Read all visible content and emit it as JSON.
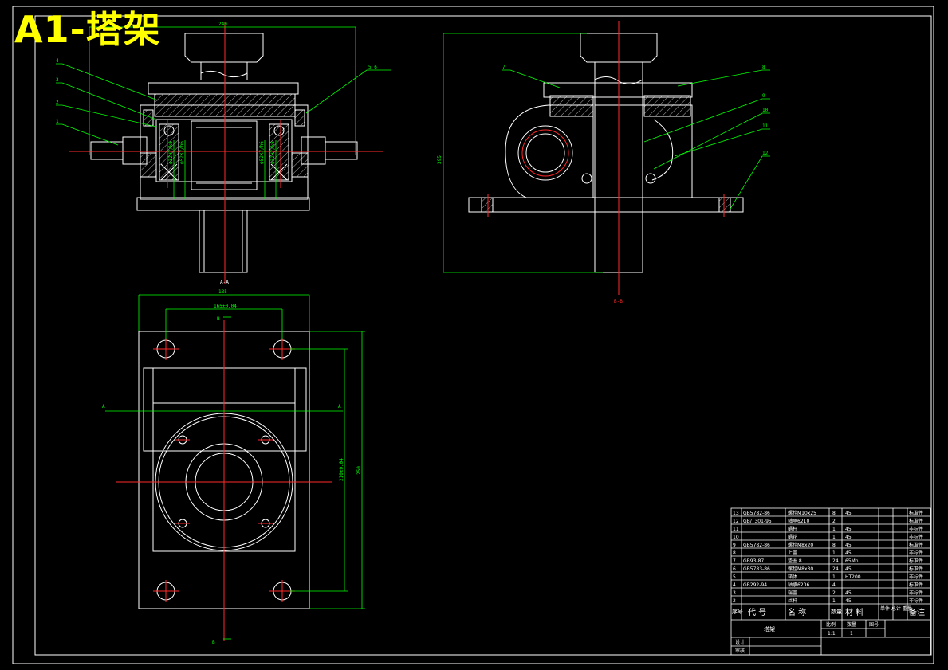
{
  "title": "A1-塔架",
  "views": {
    "front": {
      "top_dim": "240",
      "callouts_left": [
        "4",
        "3",
        "2",
        "1"
      ],
      "callout_right": "5 6",
      "inner_dims": [
        "φ32H7/k6",
        "φ52K7/h6",
        "φ52K7/h6",
        "φ32H7/k6"
      ],
      "section_mark": "A-A"
    },
    "side": {
      "height_dim": "395",
      "callouts": [
        "7",
        "8",
        "9",
        "10",
        "11",
        "12"
      ],
      "section_mark": "B-B"
    },
    "plan": {
      "width_dim": "185",
      "hole_dim": "165±0.04",
      "height_dim_inner": "210±0.04",
      "height_dim_outer": "250",
      "mark_a_left": "A",
      "mark_a_right": "A",
      "mark_b_top": "B",
      "mark_b_bottom": "B"
    }
  },
  "bom": {
    "rows": [
      {
        "no": "13",
        "code": "GB5782-86",
        "name": "螺栓M10x25",
        "qty": "8",
        "material": "45",
        "note": "标准件"
      },
      {
        "no": "12",
        "code": "GB/T301-95",
        "name": "轴承6210",
        "qty": "2",
        "material": "",
        "note": "标准件"
      },
      {
        "no": "11",
        "code": "",
        "name": "蜗杆",
        "qty": "1",
        "material": "45",
        "note": "非标件"
      },
      {
        "no": "10",
        "code": "",
        "name": "蜗轮",
        "qty": "1",
        "material": "45",
        "note": "非标件"
      },
      {
        "no": "9",
        "code": "GB5782-86",
        "name": "螺栓M8x20",
        "qty": "8",
        "material": "45",
        "note": "标准件"
      },
      {
        "no": "8",
        "code": "",
        "name": "上盖",
        "qty": "1",
        "material": "45",
        "note": "非标件"
      },
      {
        "no": "7",
        "code": "GB93-87",
        "name": "垫圈 8",
        "qty": "24",
        "material": "65Mn",
        "note": "标准件"
      },
      {
        "no": "6",
        "code": "GB5783-86",
        "name": "螺栓M8x30",
        "qty": "24",
        "material": "45",
        "note": "标准件"
      },
      {
        "no": "5",
        "code": "",
        "name": "箱体",
        "qty": "1",
        "material": "HT200",
        "note": "非标件"
      },
      {
        "no": "4",
        "code": "GB292-94",
        "name": "轴承6206",
        "qty": "4",
        "material": "",
        "note": "标准件"
      },
      {
        "no": "3",
        "code": "",
        "name": "端盖",
        "qty": "2",
        "material": "45",
        "note": "非标件"
      },
      {
        "no": "2",
        "code": "",
        "name": "丝杆",
        "qty": "1",
        "material": "45",
        "note": "非标件"
      }
    ],
    "header": {
      "no": "序号",
      "code": "代 号",
      "name": "名 称",
      "qty": "数量",
      "material": "材 料",
      "weight": "单件 总计 重量",
      "note": "备注"
    },
    "title_block": {
      "drawing_name": "塔架",
      "scale_label": "比例",
      "qty_label": "数量",
      "sheet_label": "图号",
      "scale_value": "1:1",
      "qty_value": "1",
      "designer_label": "设计",
      "checker_label": "审核"
    }
  }
}
